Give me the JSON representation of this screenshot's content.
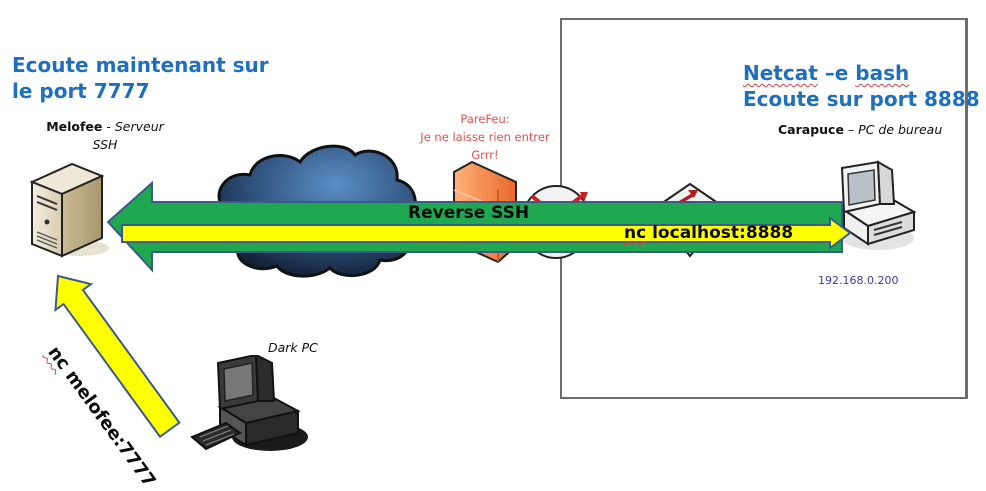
{
  "left_node": {
    "status_line1": "Ecoute maintenant sur",
    "status_line2": "le port 7777",
    "name": "Melofee",
    "separator": " - ",
    "role_line1": "Serveur",
    "role_line2": "SSH",
    "icon": "server-icon"
  },
  "cloud": {
    "icon": "internet-cloud-icon"
  },
  "firewall": {
    "label_line1": "PareFeu:",
    "label_line2": "Je ne laisse rien entrer",
    "label_line3": "Grrr!",
    "icon": "firewall-icon"
  },
  "router": {
    "icon": "router-icon"
  },
  "switch": {
    "icon": "switch-icon"
  },
  "right_node": {
    "title_line1_a": "Netcat",
    "title_line1_b": " –e ",
    "title_line1_c": "bash",
    "title_line2": "Ecoute sur port 8888",
    "name": "Carapuce",
    "separator": " – ",
    "role": "PC de bureau",
    "ip": "192.168.0.200",
    "icon": "desktop-pc-icon"
  },
  "attacker": {
    "name": "Dark PC",
    "icon": "dark-pc-icon"
  },
  "arrows": {
    "reverse_ssh": {
      "label": "Reverse SSH",
      "color": "#1fa84f",
      "direction": "right-to-left"
    },
    "nc_localhost": {
      "label_a": "nc",
      "label_b": " localhost:8888",
      "color": "#ffff00",
      "direction": "left-to-right"
    },
    "nc_melofee": {
      "label_a": "nc",
      "label_b": " melofee:7777",
      "color": "#ffff00",
      "direction": "to-server"
    }
  },
  "colors": {
    "title_blue": "#1f6fbf",
    "arrow_green": "#1fa84f",
    "arrow_yellow": "#ffff00",
    "arrow_outline": "#3a5a8a",
    "firewall_label": "#d9534f",
    "ip_text": "#3b3b9a"
  }
}
